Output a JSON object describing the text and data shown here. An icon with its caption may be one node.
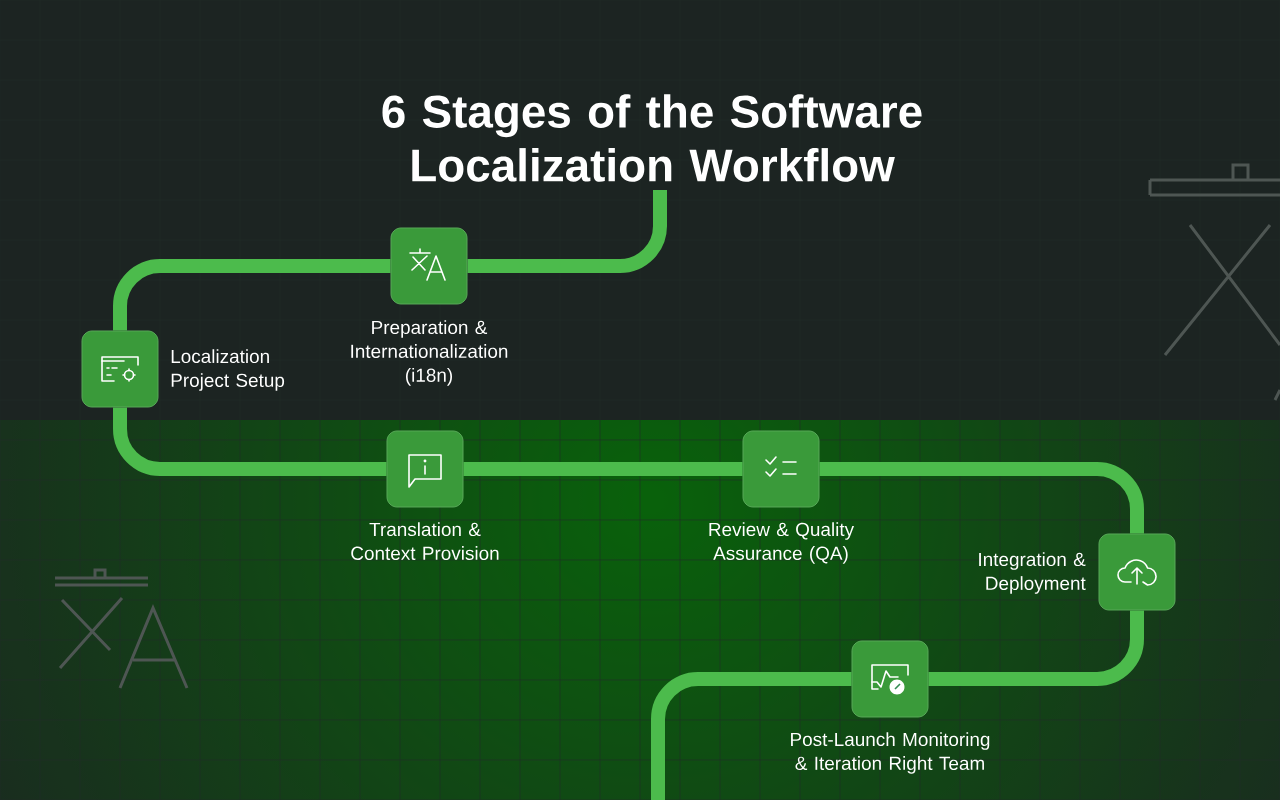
{
  "diagram": {
    "title": "6 Stages of the Software Localization Workflow",
    "nodes": [
      {
        "text": [
          "Localization Project Setup"
        ]
      },
      {
        "text": [
          "Preparation & Internationalization (i18n)"
        ]
      },
      {
        "text": [
          "Translation & Context Provision"
        ]
      },
      {
        "text": [
          "Review & Quality Assurance (QA)"
        ]
      },
      {
        "text": [
          "Integration & Deployment"
        ]
      },
      {
        "text": [
          "Post-Launch Monitoring & Iteration Right Team"
        ]
      }
    ],
    "edges": [
      {
        "from": null,
        "to": 1,
        "arrow": "none"
      },
      {
        "from": 1,
        "to": 0,
        "arrow": "none"
      },
      {
        "from": 0,
        "to": 2,
        "arrow": "none"
      },
      {
        "from": 2,
        "to": 3,
        "arrow": "none"
      },
      {
        "from": 3,
        "to": 4,
        "arrow": "none"
      },
      {
        "from": 4,
        "to": 5,
        "arrow": "none"
      },
      {
        "from": 5,
        "to": null,
        "arrow": "none"
      }
    ]
  }
}
